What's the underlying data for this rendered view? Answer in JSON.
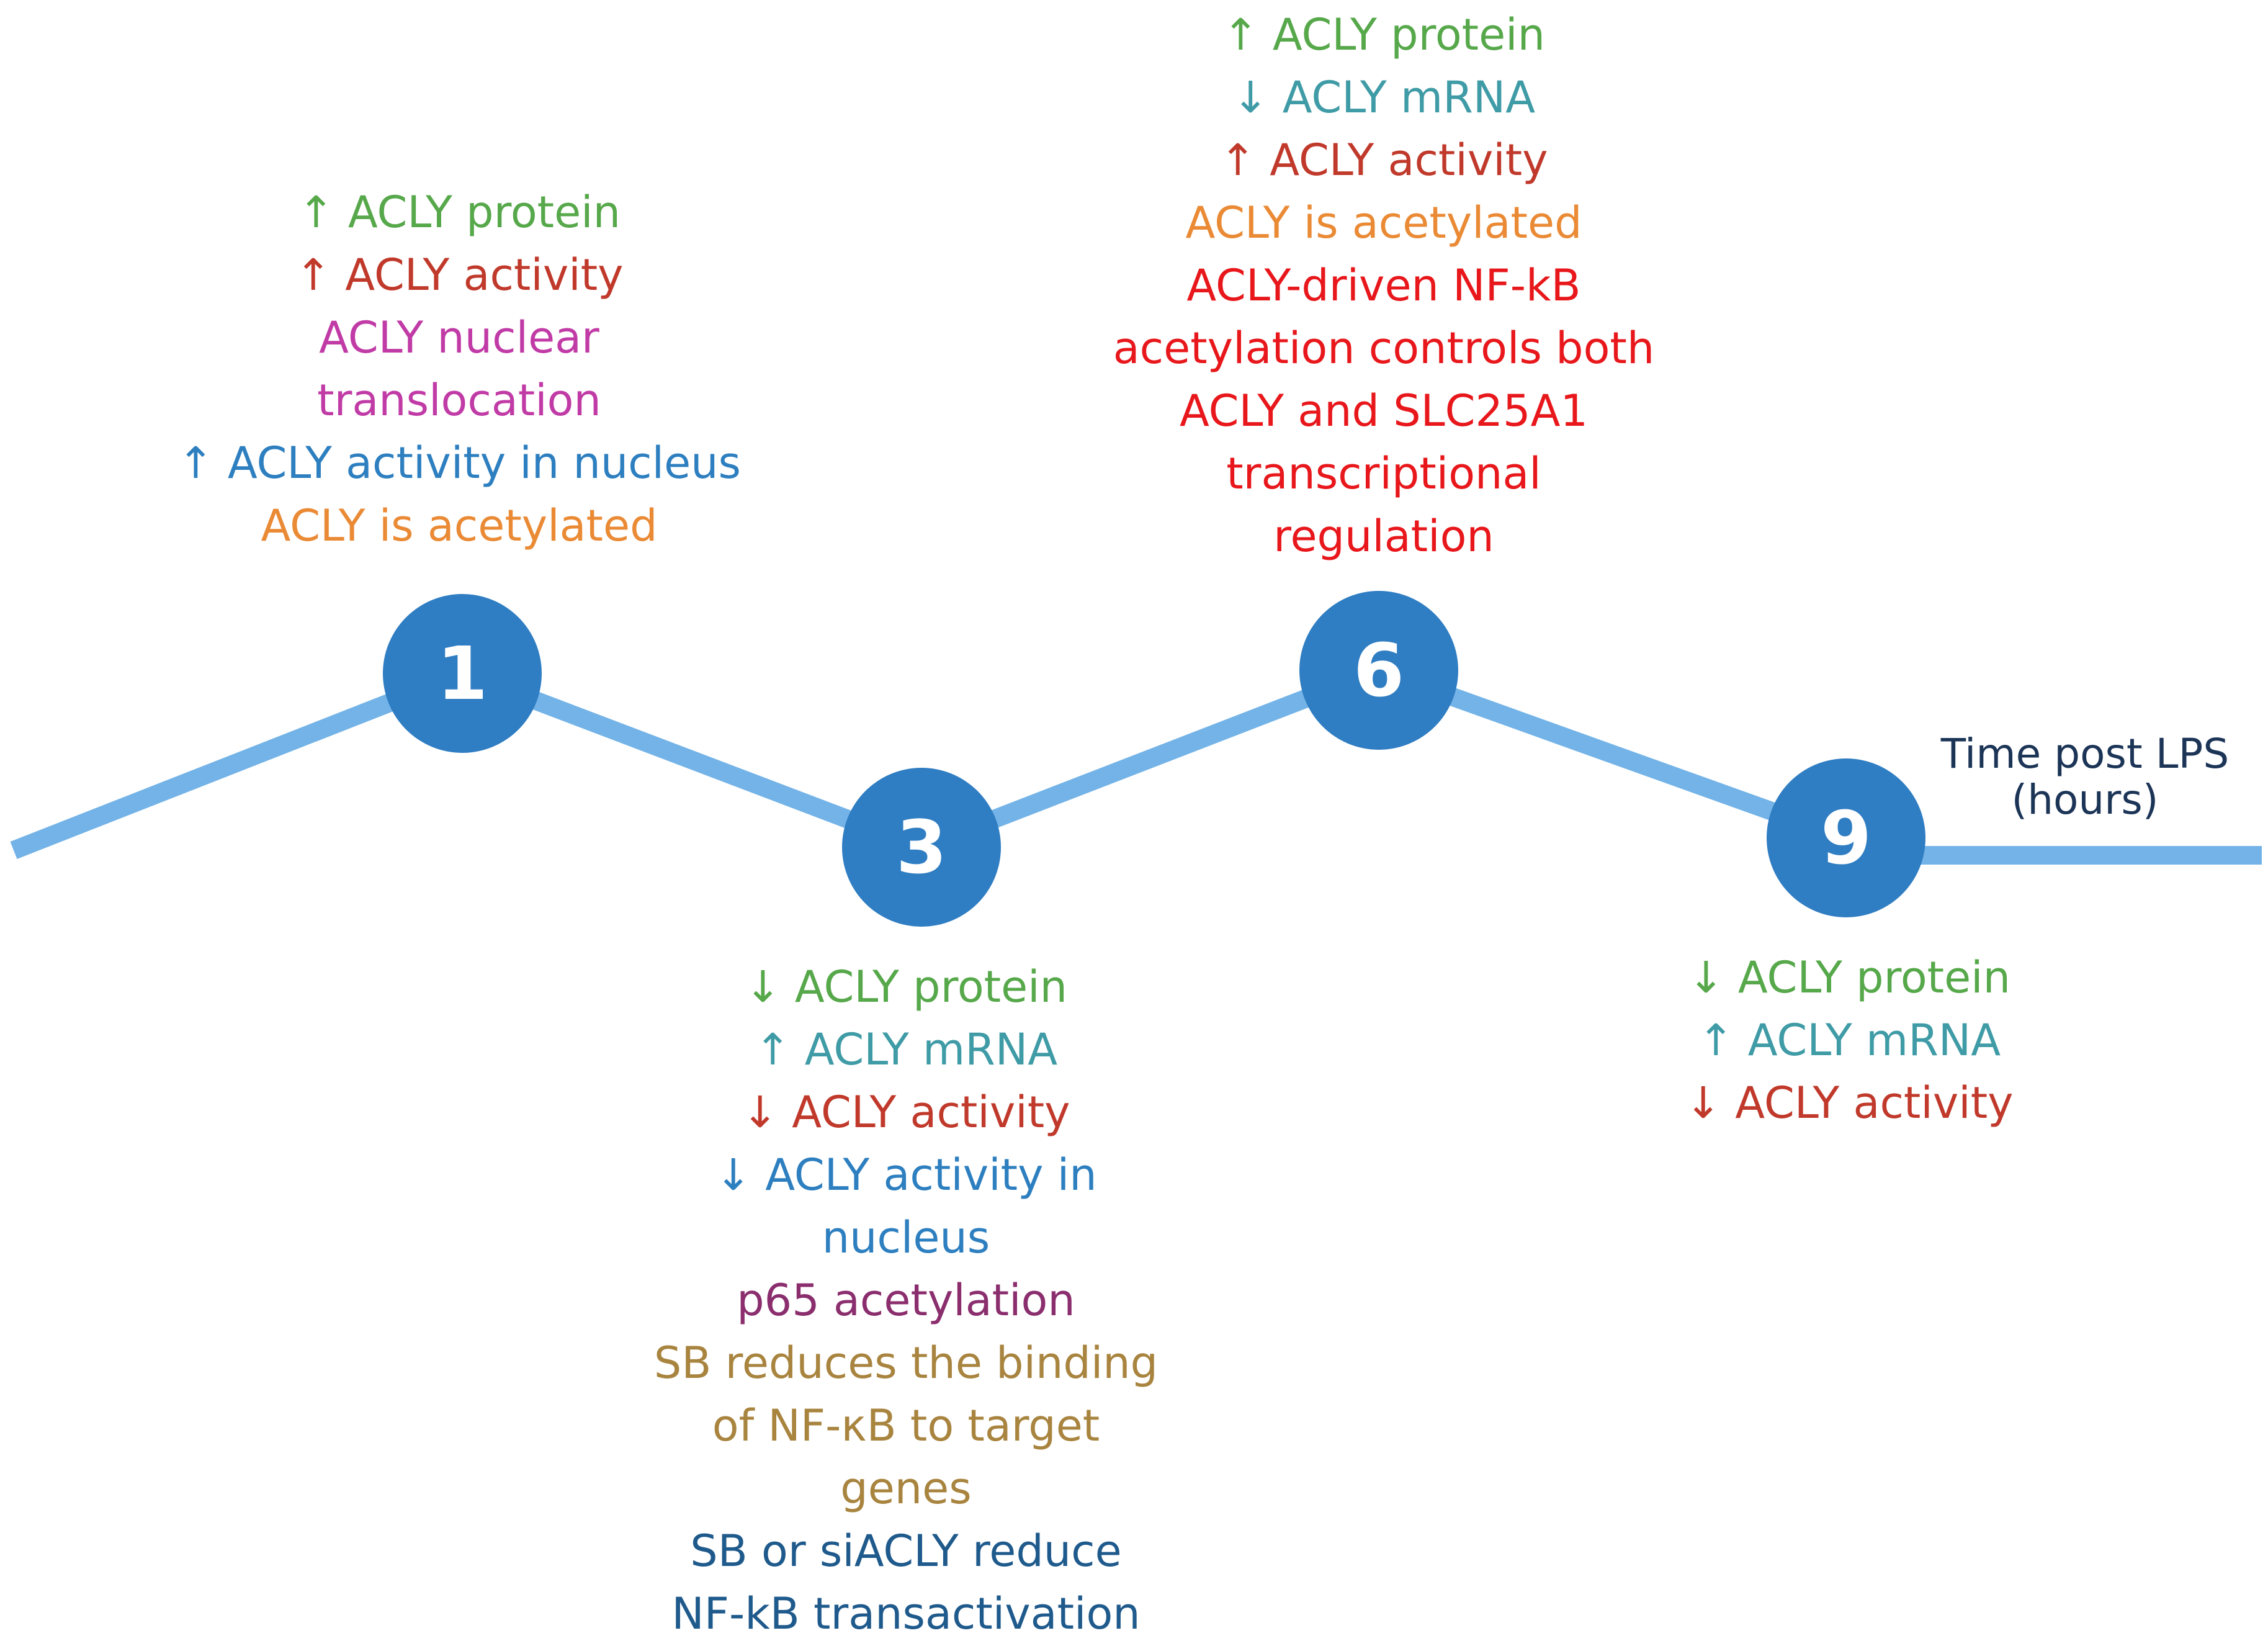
{
  "colors": {
    "line": "#73b3e7",
    "node": "#2f7dc2",
    "node_text": "#ffffff",
    "axis_text": "#1c3557"
  },
  "axis": {
    "label_line1": "Time post LPS",
    "label_line2": "(hours)"
  },
  "nodes": [
    {
      "label": "1"
    },
    {
      "label": "3"
    },
    {
      "label": "6"
    },
    {
      "label": "9"
    }
  ],
  "annotations": {
    "t1": [
      {
        "text": "↑ ACLY protein",
        "color": "green"
      },
      {
        "text": "↑ ACLY activity",
        "color": "darkred"
      },
      {
        "text": "ACLY nuclear",
        "color": "magenta"
      },
      {
        "text": "translocation",
        "color": "magenta"
      },
      {
        "text": "↑ ACLY activity in nucleus",
        "color": "blue"
      },
      {
        "text": "ACLY is acetylated",
        "color": "orange"
      }
    ],
    "t3": [
      {
        "text": "↓ ACLY protein",
        "color": "green"
      },
      {
        "text": "↑ ACLY mRNA",
        "color": "teal"
      },
      {
        "text": "↓ ACLY activity",
        "color": "darkred"
      },
      {
        "text": "↓ ACLY activity in",
        "color": "blue"
      },
      {
        "text": "nucleus",
        "color": "blue"
      },
      {
        "text": "p65 acetylation",
        "color": "purple"
      },
      {
        "text": "SB reduces the binding",
        "color": "brown"
      },
      {
        "text": "of NF-κB to  target",
        "color": "brown"
      },
      {
        "text": "genes",
        "color": "brown"
      },
      {
        "text": "SB or siACLY reduce",
        "color": "navy"
      },
      {
        "text": "NF-kB transactivation",
        "color": "navy"
      }
    ],
    "t6": [
      {
        "text": "↑ ACLY protein",
        "color": "green"
      },
      {
        "text": "↓ ACLY mRNA",
        "color": "teal"
      },
      {
        "text": "↑ ACLY activity",
        "color": "darkred"
      },
      {
        "text": "ACLY is acetylated",
        "color": "orange"
      },
      {
        "text": "ACLY-driven NF-kB",
        "color": "red"
      },
      {
        "text": "acetylation controls both",
        "color": "red"
      },
      {
        "text": "ACLY and SLC25A1",
        "color": "red"
      },
      {
        "text": "transcriptional",
        "color": "red"
      },
      {
        "text": "regulation",
        "color": "red"
      }
    ],
    "t9": [
      {
        "text": "↓ ACLY protein",
        "color": "green"
      },
      {
        "text": "↑ ACLY mRNA",
        "color": "teal"
      },
      {
        "text": "↓ ACLY activity",
        "color": "darkred"
      }
    ]
  }
}
